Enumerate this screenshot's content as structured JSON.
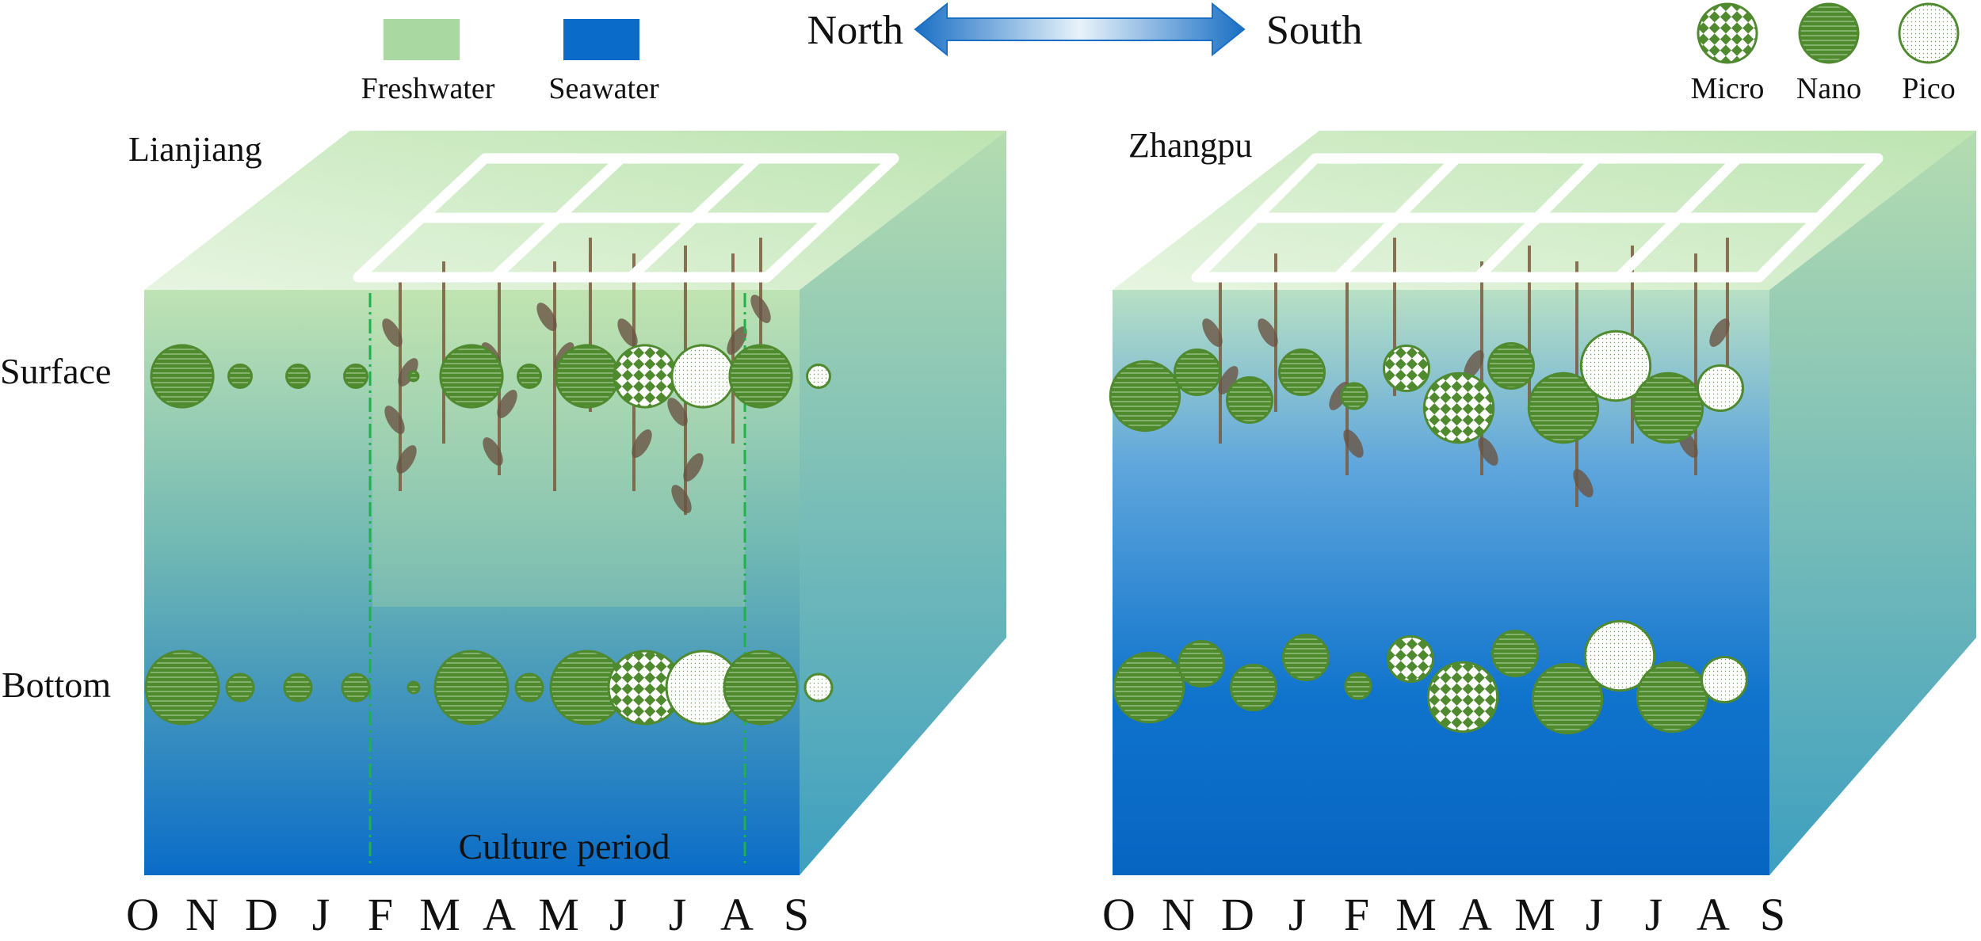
{
  "legend": {
    "water": [
      {
        "label": "Freshwater",
        "color": "#a9d8a0"
      },
      {
        "label": "Seawater",
        "color": "#0a6cc8"
      }
    ],
    "direction": {
      "left": "North",
      "right": "South"
    },
    "size_classes": [
      {
        "label": "Micro",
        "pattern": "checker"
      },
      {
        "label": "Nano",
        "pattern": "hatch"
      },
      {
        "label": "Pico",
        "pattern": "dots"
      }
    ]
  },
  "depth_labels": {
    "surface": "Surface",
    "bottom": "Bottom"
  },
  "months": [
    "O",
    "N",
    "D",
    "J",
    "F",
    "M",
    "A",
    "M",
    "J",
    "J",
    "A",
    "S"
  ],
  "sites": [
    {
      "name": "Lianjiang",
      "culture_period_label": "Culture period",
      "dominant": [
        "Nano",
        "Nano",
        "Nano",
        "Nano",
        "Nano",
        "Nano",
        "Nano",
        "Nano",
        "Micro",
        "Pico",
        "Nano",
        "Pico"
      ],
      "relative_size": [
        3,
        1,
        1,
        1,
        0,
        3,
        1,
        3,
        3,
        3,
        3,
        1
      ]
    },
    {
      "name": "Zhangpu",
      "dominant": [
        "Nano",
        "Nano",
        "Nano",
        "Nano",
        "Nano",
        "Micro",
        "Micro",
        "Nano",
        "Nano",
        "Pico",
        "Nano",
        "Pico"
      ],
      "relative_size": [
        3,
        2,
        2,
        2,
        1,
        2,
        3,
        2,
        3,
        3,
        3,
        2
      ]
    }
  ],
  "colors": {
    "fresh": "#c8e9bc",
    "sea": "#0a6cc8",
    "circle_green": "#4f8a2f",
    "culture_line": "#1fb24a",
    "arrow": "#1a6fc4"
  }
}
